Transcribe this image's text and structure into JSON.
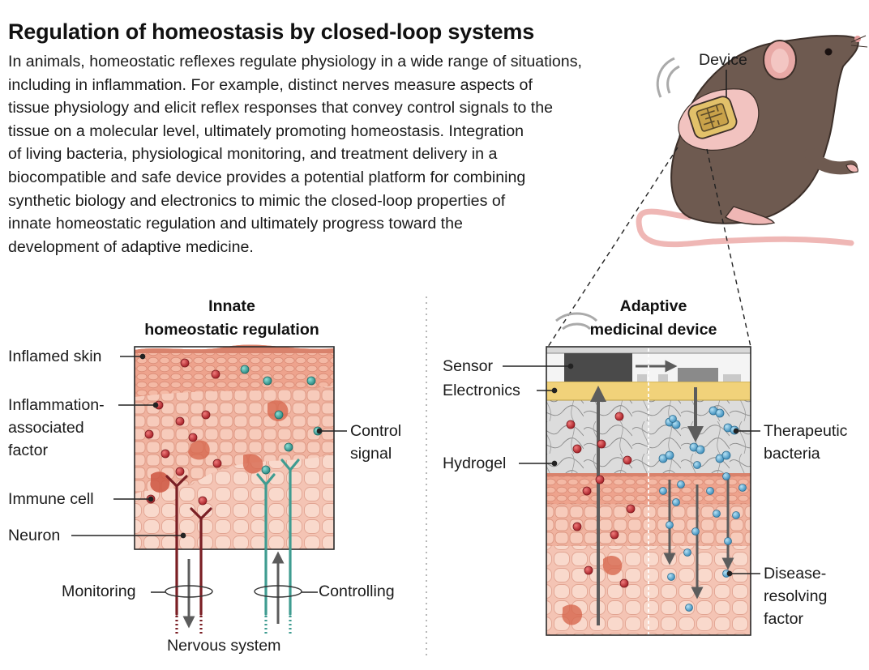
{
  "title": "Regulation of homeostasis by closed-loop systems",
  "intro": [
    "In animals, homeostatic reflexes regulate physiology in a wide range of situations,",
    "including in inflammation. For example, distinct nerves measure aspects of",
    "tissue physiology and elicit reflex responses that convey control signals to the",
    "tissue on a molecular level, ultimately promoting homeostasis. Integration",
    "of living bacteria, physiological monitoring, and treatment delivery in a",
    "biocompatible and safe device provides a potential platform for combining",
    "synthetic biology and electronics to mimic the closed-loop properties of",
    "innate homeostatic regulation and ultimately progress toward the",
    "development of adaptive medicine."
  ],
  "mouse": {
    "device_label": "Device"
  },
  "left_panel": {
    "title_lines": [
      "Innate",
      "homeostatic regulation"
    ],
    "labels": {
      "inflamed_skin": "Inflamed skin",
      "inflammation_factor": [
        "Inflammation-",
        "associated",
        "factor"
      ],
      "immune_cell": "Immune cell",
      "neuron": "Neuron",
      "control_signal": [
        "Control",
        "signal"
      ],
      "monitoring": "Monitoring",
      "controlling": "Controlling",
      "nervous_system": "Nervous system"
    }
  },
  "right_panel": {
    "title_lines": [
      "Adaptive",
      "medicinal device"
    ],
    "labels": {
      "sensor": "Sensor",
      "electronics": "Electronics",
      "hydrogel": "Hydrogel",
      "therapeutic_bacteria": [
        "Therapeutic",
        "bacteria"
      ],
      "disease_factor": [
        "Disease-",
        "resolving",
        "factor"
      ]
    }
  },
  "colors": {
    "tissue": "#f2b5a0",
    "tissue_light": "#f8ddd0",
    "red_factor": "#c8363a",
    "teal_signal": "#3d9e96",
    "neuron_red": "#7a1f24",
    "neuron_teal": "#3f9c91",
    "mouse_fur": "#6e5a50",
    "electronics_gold": "#f1d27a",
    "bacteria_blue": "#5aaed4"
  }
}
